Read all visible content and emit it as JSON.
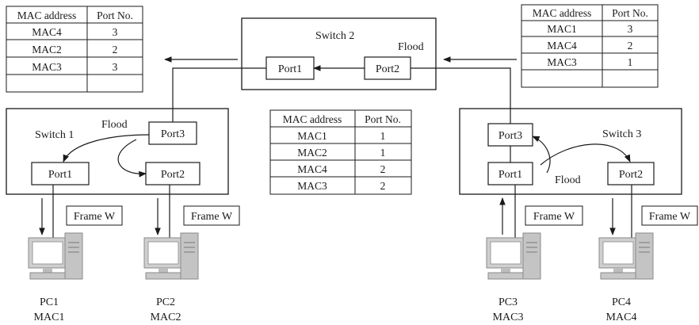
{
  "switches": {
    "switch1": {
      "name": "Switch 1",
      "flood": "Flood",
      "ports": [
        "Port1",
        "Port2",
        "Port3"
      ]
    },
    "switch2": {
      "name": "Switch 2",
      "flood": "Flood",
      "ports": [
        "Port1",
        "Port2"
      ]
    },
    "switch3": {
      "name": "Switch 3",
      "flood": "Flood",
      "ports": [
        "Port1",
        "Port2",
        "Port3"
      ]
    }
  },
  "tables": {
    "switch1": {
      "headers": [
        "MAC address",
        "Port No."
      ],
      "rows": [
        [
          "MAC4",
          "3"
        ],
        [
          "MAC2",
          "2"
        ],
        [
          "MAC3",
          "3"
        ],
        [
          "",
          ""
        ]
      ]
    },
    "switch2": {
      "headers": [
        "MAC address",
        "Port No."
      ],
      "rows": [
        [
          "MAC1",
          "1"
        ],
        [
          "MAC2",
          "1"
        ],
        [
          "MAC4",
          "2"
        ],
        [
          "MAC3",
          "2"
        ]
      ]
    },
    "switch3": {
      "headers": [
        "MAC address",
        "Port No."
      ],
      "rows": [
        [
          "MAC1",
          "3"
        ],
        [
          "MAC4",
          "2"
        ],
        [
          "MAC3",
          "1"
        ],
        [
          "",
          ""
        ]
      ]
    }
  },
  "frames": [
    "Frame W",
    "Frame W",
    "Frame W",
    "Frame W"
  ],
  "pcs": [
    {
      "name": "PC1",
      "mac": "MAC1"
    },
    {
      "name": "PC2",
      "mac": "MAC2"
    },
    {
      "name": "PC3",
      "mac": "MAC3"
    },
    {
      "name": "PC4",
      "mac": "MAC4"
    }
  ]
}
